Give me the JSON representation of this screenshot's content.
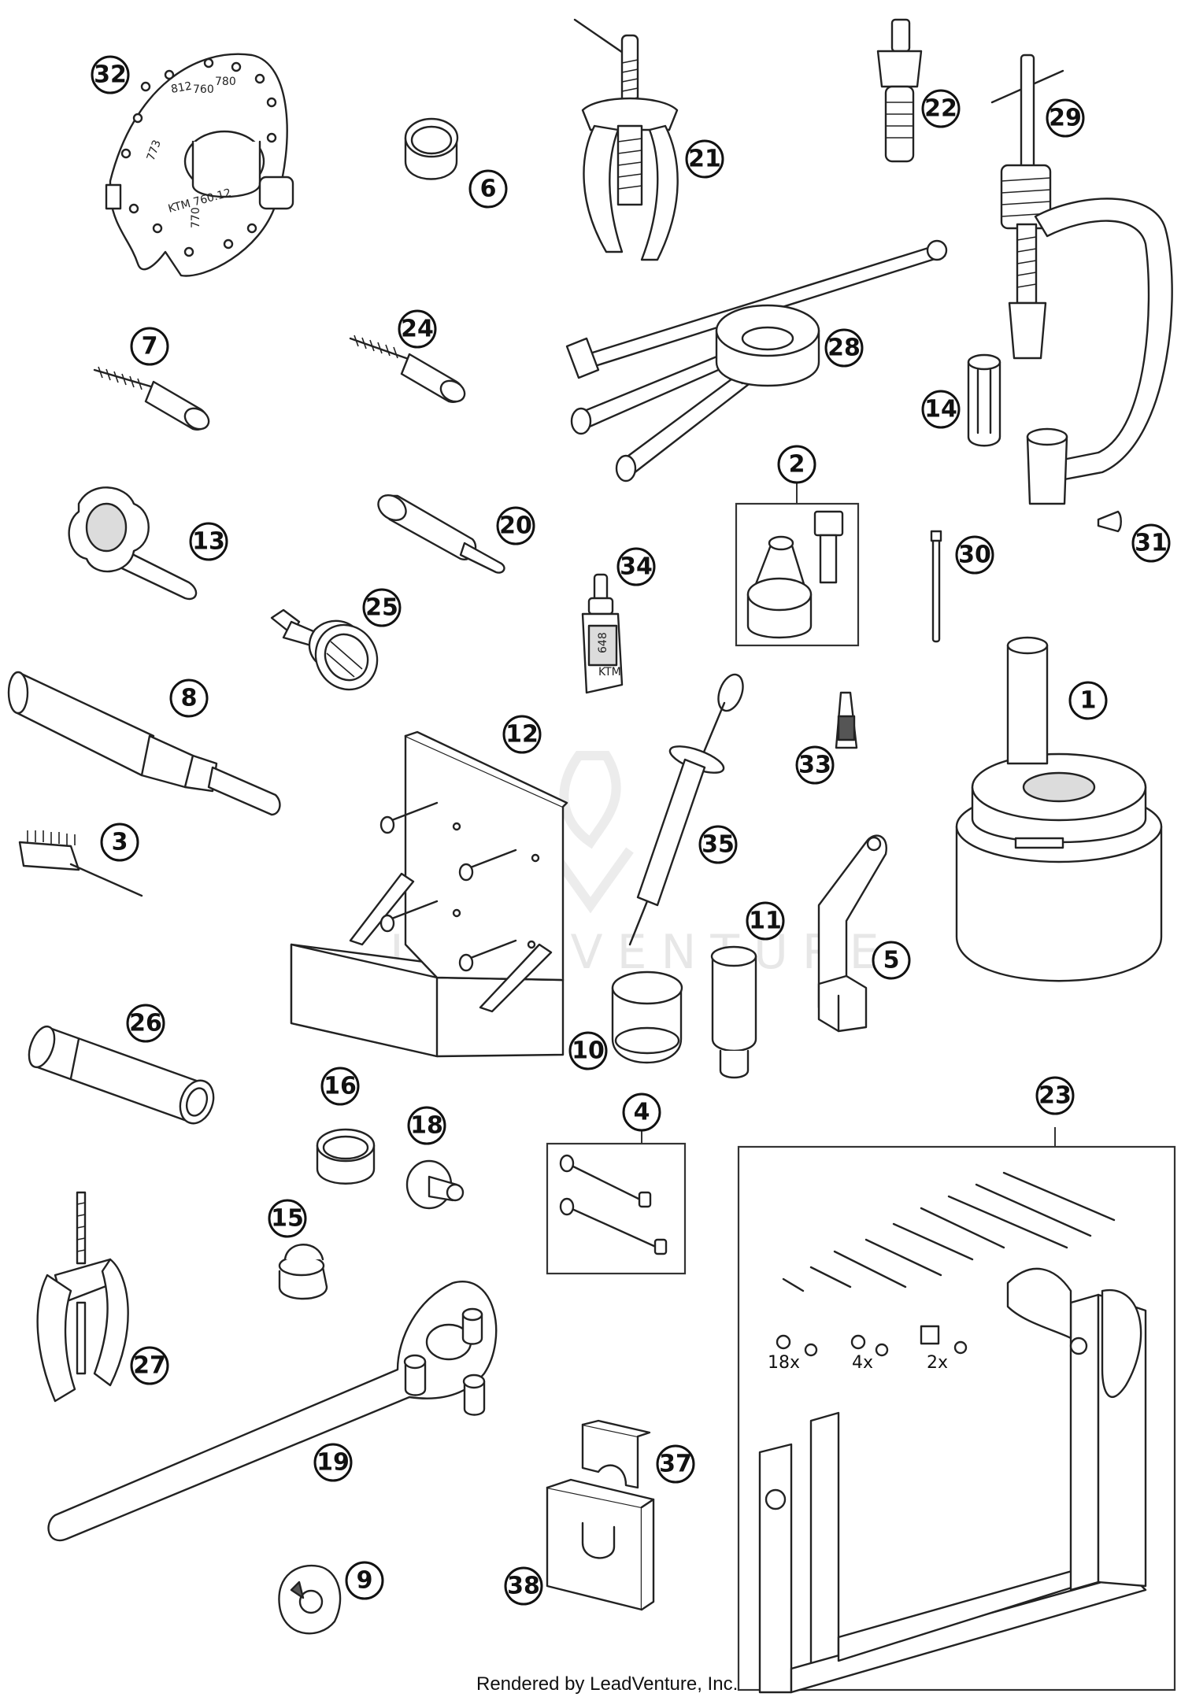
{
  "footer": {
    "text": "Rendered by LeadVenture, Inc."
  },
  "watermark": {
    "text": "LEADVENTURE"
  },
  "callouts": [
    {
      "n": "1"
    },
    {
      "n": "2"
    },
    {
      "n": "3"
    },
    {
      "n": "4"
    },
    {
      "n": "5"
    },
    {
      "n": "6"
    },
    {
      "n": "7"
    },
    {
      "n": "8"
    },
    {
      "n": "9"
    },
    {
      "n": "10"
    },
    {
      "n": "11"
    },
    {
      "n": "12"
    },
    {
      "n": "13"
    },
    {
      "n": "14"
    },
    {
      "n": "15"
    },
    {
      "n": "16"
    },
    {
      "n": "18"
    },
    {
      "n": "19"
    },
    {
      "n": "20"
    },
    {
      "n": "21"
    },
    {
      "n": "22"
    },
    {
      "n": "23"
    },
    {
      "n": "24"
    },
    {
      "n": "25"
    },
    {
      "n": "26"
    },
    {
      "n": "27"
    },
    {
      "n": "28"
    },
    {
      "n": "29"
    },
    {
      "n": "30"
    },
    {
      "n": "31"
    },
    {
      "n": "32"
    },
    {
      "n": "33"
    },
    {
      "n": "34"
    },
    {
      "n": "35"
    },
    {
      "n": "37"
    },
    {
      "n": "38"
    }
  ],
  "quantities": [
    "18x",
    "4x",
    "2x"
  ],
  "stamps": {
    "disc": [
      "773",
      "760",
      "780",
      "770",
      "KTM 760.12",
      "812"
    ],
    "bottle": [
      "648",
      "KTM"
    ]
  }
}
